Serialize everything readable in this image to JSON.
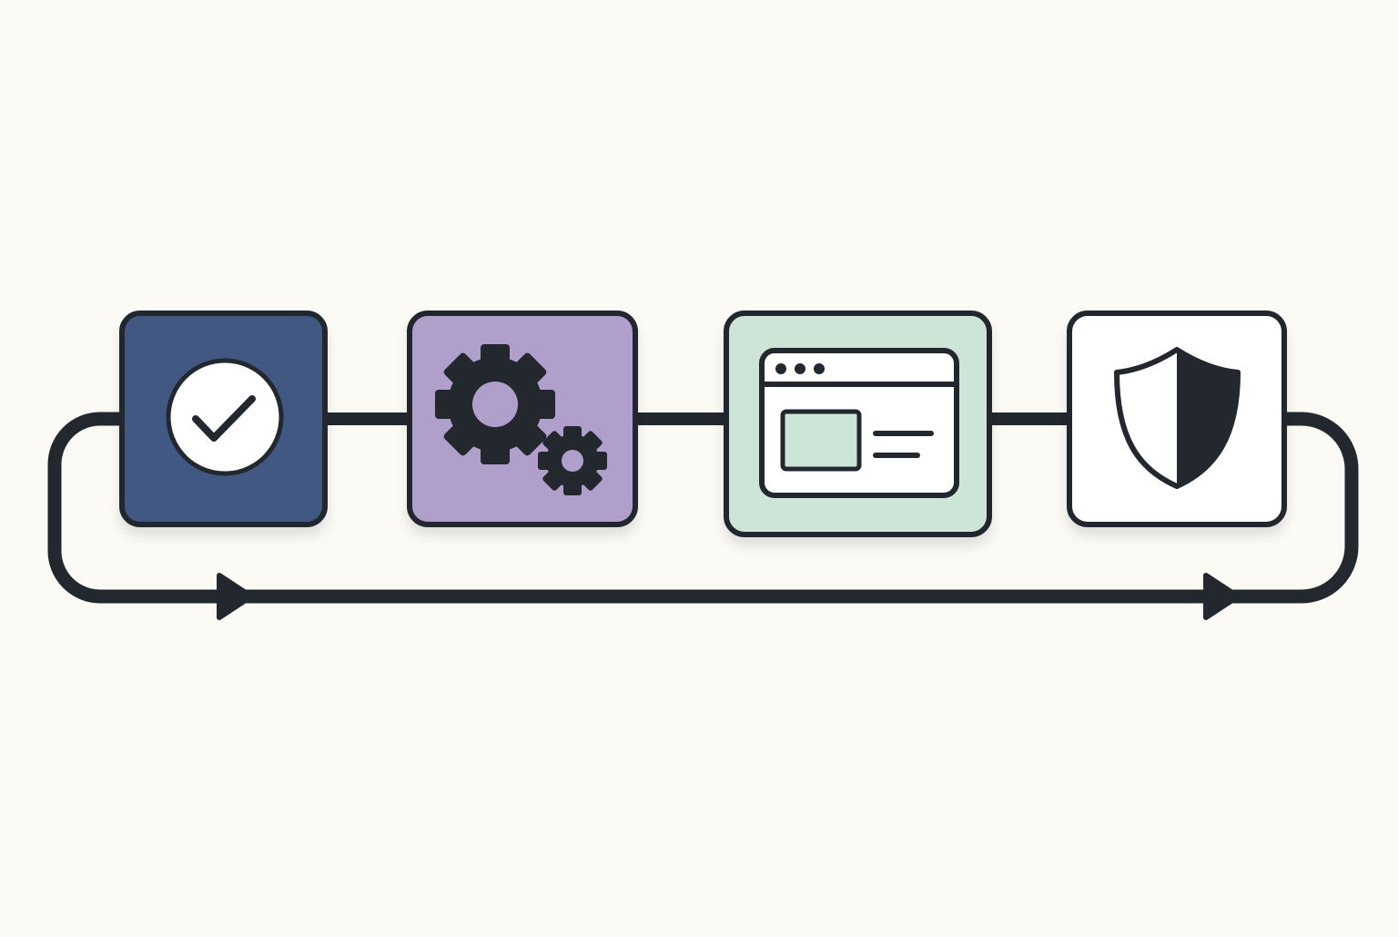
{
  "colors": {
    "background": "#FBFAF5",
    "stroke": "#23272E",
    "check_box_fill": "#415982",
    "gears_box_fill": "#B19FCB",
    "window_box_fill": "#CDE5D7",
    "shield_box_fill": "#FFFFFF"
  },
  "diagram": {
    "nodes": [
      {
        "id": "check",
        "icon": "check-circle-icon"
      },
      {
        "id": "gears",
        "icon": "gears-icon"
      },
      {
        "id": "window",
        "icon": "browser-window-icon"
      },
      {
        "id": "shield",
        "icon": "shield-icon"
      }
    ],
    "edges": [
      {
        "from": "check",
        "to": "gears"
      },
      {
        "from": "gears",
        "to": "window"
      },
      {
        "from": "window",
        "to": "shield"
      }
    ],
    "loop": {
      "from": "shield",
      "to": "check",
      "arrow_heads": 2
    }
  }
}
